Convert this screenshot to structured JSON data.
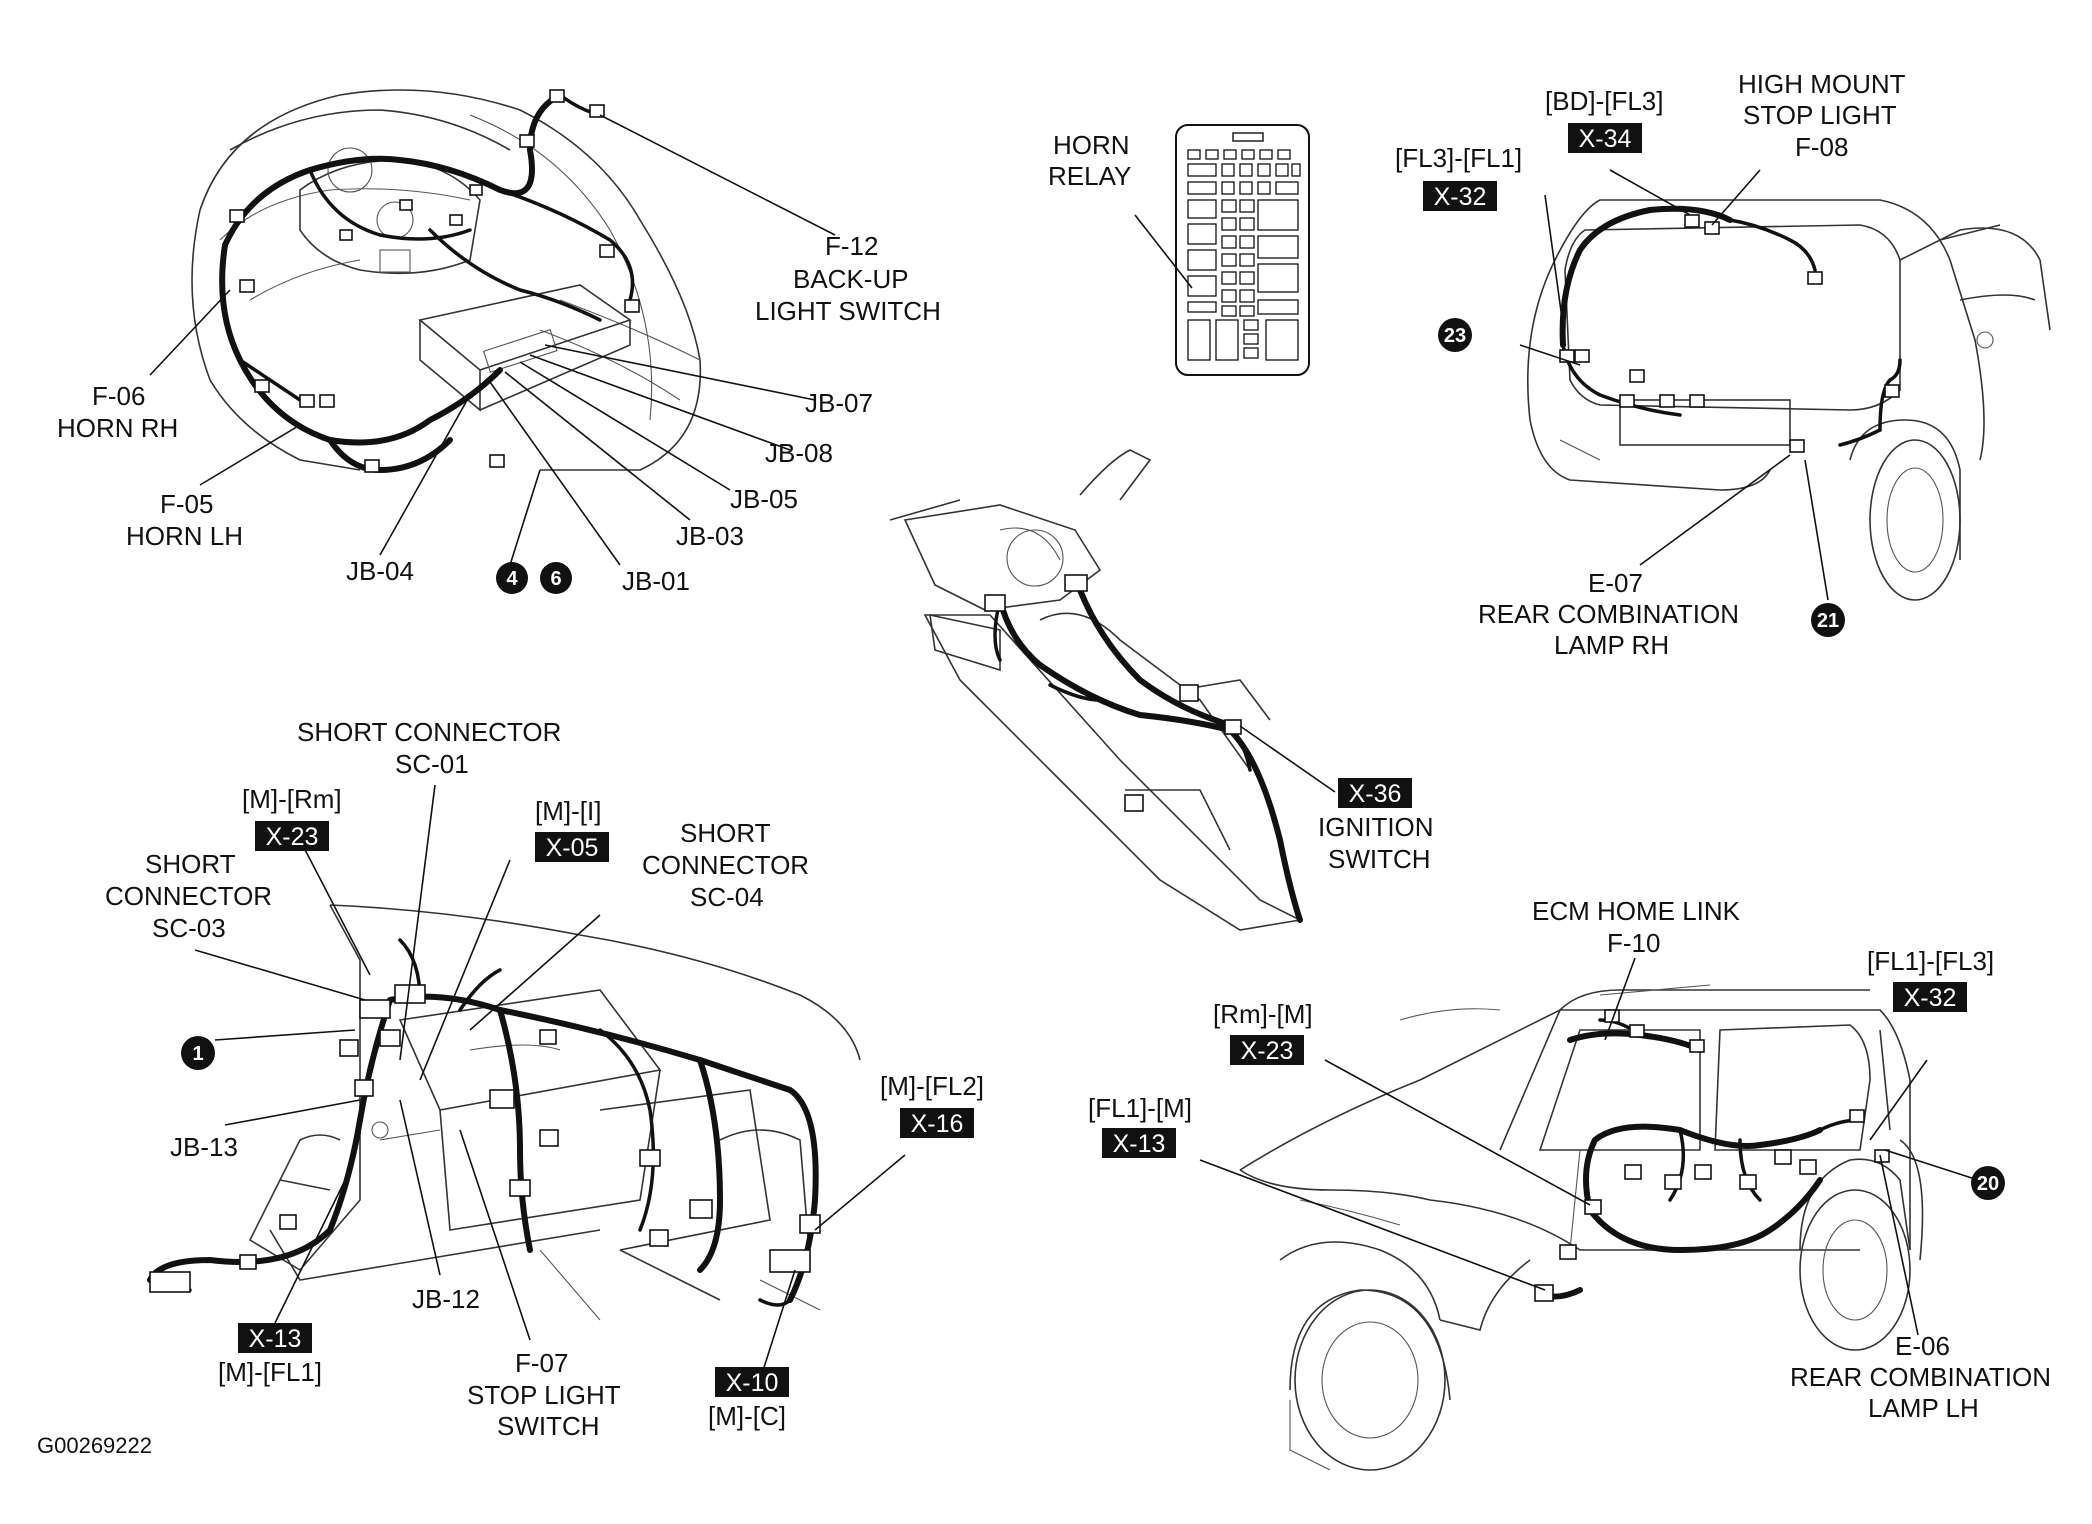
{
  "figure_id": "G00269222",
  "labels": {
    "f12_code": "F-12",
    "f12_name1": "BACK-UP",
    "f12_name2": "LIGHT SWITCH",
    "f06_code": "F-06",
    "f06_name": "HORN RH",
    "f05_code": "F-05",
    "f05_name": "HORN LH",
    "jb07": "JB-07",
    "jb08": "JB-08",
    "jb05": "JB-05",
    "jb03": "JB-03",
    "jb01": "JB-01",
    "jb04": "JB-04",
    "horn_relay1": "HORN",
    "horn_relay2": "RELAY",
    "bd_fl3": "[BD]-[FL3]",
    "x34": "X-34",
    "high_mount1": "HIGH MOUNT",
    "high_mount2": "STOP LIGHT",
    "f08": "F-08",
    "fl3_fl1": "[FL3]-[FL1]",
    "x32_top": "X-32",
    "e07_code": "E-07",
    "e07_name1": "REAR COMBINATION",
    "e07_name2": "LAMP RH",
    "x36": "X-36",
    "ign1": "IGNITION",
    "ign2": "SWITCH",
    "sc01_name": "SHORT CONNECTOR",
    "sc01_code": "SC-01",
    "m_rm": "[M]-[Rm]",
    "x23_left": "X-23",
    "m_i": "[M]-[I]",
    "x05": "X-05",
    "sc04_1": "SHORT",
    "sc04_2": "CONNECTOR",
    "sc04_3": "SC-04",
    "sc03_1": "SHORT",
    "sc03_2": "CONNECTOR",
    "sc03_3": "SC-03",
    "jb13": "JB-13",
    "m_fl2": "[M]-[FL2]",
    "x16": "X-16",
    "x13_left": "X-13",
    "m_fl1": "[M]-[FL1]",
    "jb12": "JB-12",
    "f07_code": "F-07",
    "f07_name1": "STOP LIGHT",
    "f07_name2": "SWITCH",
    "x10": "X-10",
    "m_c": "[M]-[C]",
    "ecm1": "ECM HOME LINK",
    "ecm2": "F-10",
    "rm_m": "[Rm]-[M]",
    "x23_right": "X-23",
    "fl1_fl3": "[FL1]-[FL3]",
    "x32_right": "X-32",
    "fl1_m": "[FL1]-[M]",
    "x13_right": "X-13",
    "e06_code": "E-06",
    "e06_name1": "REAR COMBINATION",
    "e06_name2": "LAMP LH"
  },
  "badges": {
    "b4": "4",
    "b6": "6",
    "b23": "23",
    "b21": "21",
    "b1": "1",
    "b20": "20"
  },
  "colors": {
    "ink": "#111111",
    "paper": "#ffffff"
  }
}
